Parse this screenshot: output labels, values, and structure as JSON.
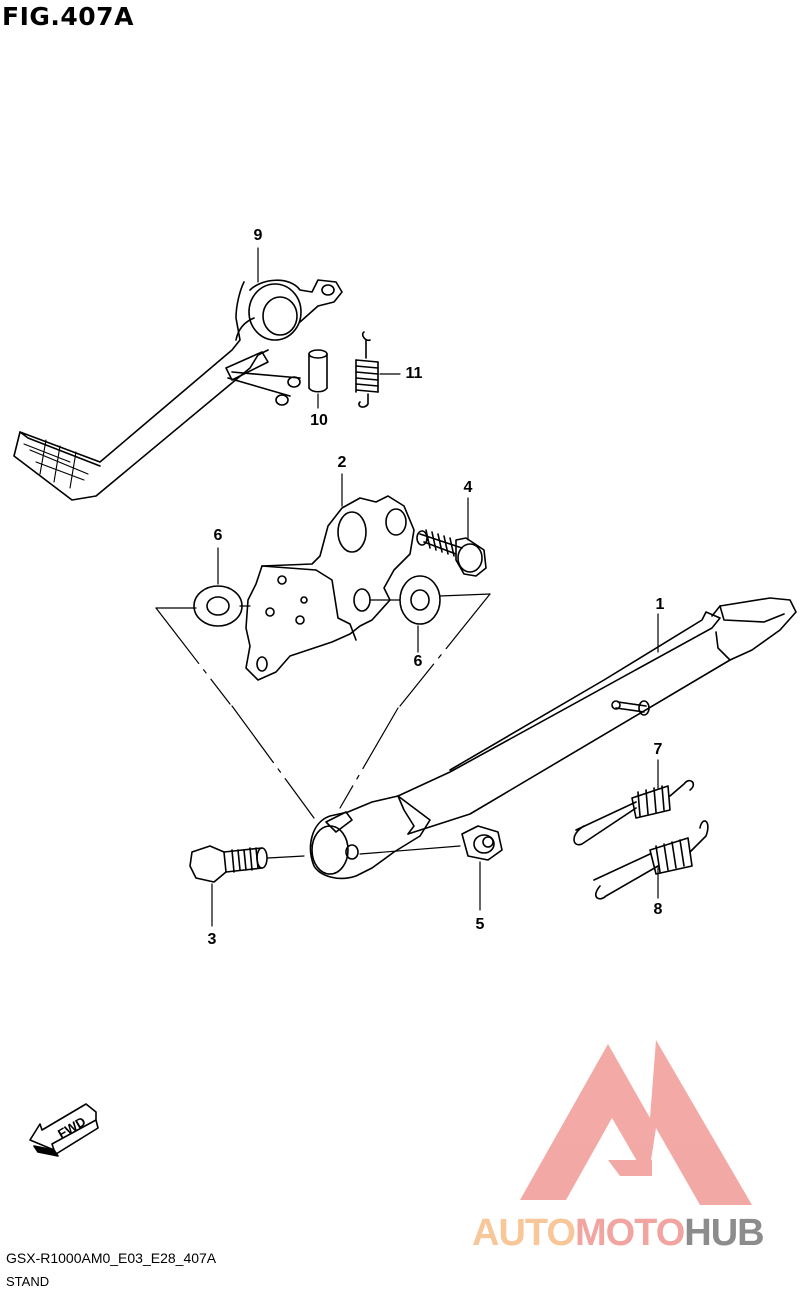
{
  "figure": {
    "title": "FIG.407A"
  },
  "callouts": [
    {
      "id": "1",
      "label": "1"
    },
    {
      "id": "2",
      "label": "2"
    },
    {
      "id": "3",
      "label": "3"
    },
    {
      "id": "4",
      "label": "4"
    },
    {
      "id": "5",
      "label": "5"
    },
    {
      "id": "6a",
      "label": "6"
    },
    {
      "id": "6b",
      "label": "6"
    },
    {
      "id": "7",
      "label": "7"
    },
    {
      "id": "8",
      "label": "8"
    },
    {
      "id": "9",
      "label": "9"
    },
    {
      "id": "10",
      "label": "10"
    },
    {
      "id": "11",
      "label": "11"
    }
  ],
  "direction_arrow": {
    "label": "FWD"
  },
  "footer": {
    "model_code": "GSX-R1000AM0_E03_E28_407A",
    "section_name": "STAND"
  },
  "watermark": {
    "brand": "AUTOMOTOHUB",
    "brand_parts": [
      "AUTO",
      "MOTO",
      "HUB"
    ],
    "colors": {
      "logo": "#f2a4a0",
      "auto": "#f7c79a",
      "moto": "#f2a4a0",
      "hub": "#8c8c8c"
    }
  }
}
